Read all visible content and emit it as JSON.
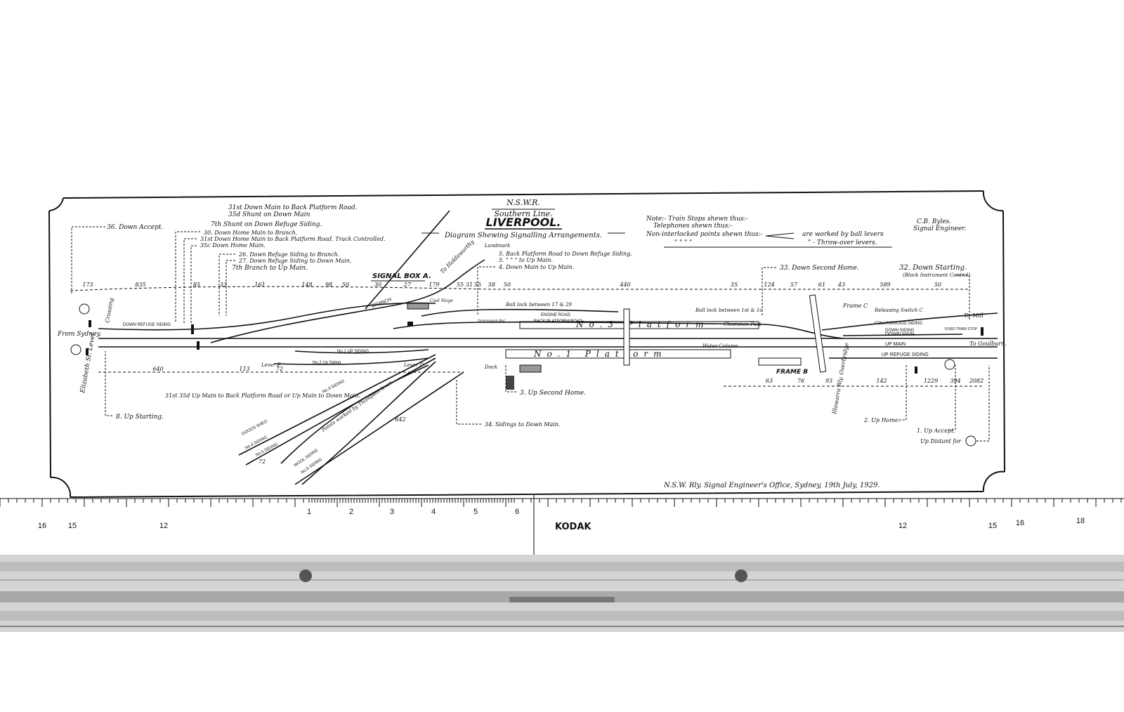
{
  "header": {
    "railway": "N.S.W.R.",
    "line": "Southern Line.",
    "station": "LIVERPOOL.",
    "subtitle": "Diagram Shewing Signalling Arrangements."
  },
  "notes": {
    "note1": "Note:- Train Stops shewn thus:-",
    "note2": "Telephones shewn thus:-",
    "note3": "Non-interlocked points shewn thus:-",
    "note3b": "are worked by ball levers",
    "note4": "\" \" \" \"",
    "note4b": "\" - Throw-over levers."
  },
  "engineer": {
    "name": "C.B. Byles.",
    "title": "Signal Engineer."
  },
  "footer": {
    "office": "N.S.W. Rly. Signal Engineer's Office, Sydney, 19th July, 1929."
  },
  "ruler": {
    "brand": "KODAK",
    "ticks": [
      "16",
      "15",
      "12",
      "1",
      "2",
      "3",
      "4",
      "5",
      "6",
      "12",
      "15",
      "16",
      "18"
    ]
  },
  "signal_box": "SIGNAL BOX A.",
  "frames": {
    "frame_b": "FRAME B",
    "frame_c": "Frame C"
  },
  "directions": {
    "from_sydney": "From Sydney.",
    "to_goulburn": "To Goulburn.",
    "to_mill": "To Mill",
    "to_holdsworthy": "To Holdsworthy",
    "elizabeth_st": "Elizabeth St. Level",
    "crossing": "Crossing",
    "illawarra_overbridge": "Illawarra Rly. Overbridge",
    "landmark": "Landmark"
  },
  "tracks": {
    "down_refuge": "DOWN REFUGE SIDING",
    "branch": "BRANCH",
    "engine_road": "ENGINE ROAD",
    "back_platform": "BACK PLATFORM ROAD",
    "down_main": "DOWN MAIN",
    "up_main": "UP MAIN",
    "up_refuge": "UP REFUGE SIDING",
    "collingwood": "COLLINGWOOD SIDING",
    "down_siding": "DOWN SIDING",
    "no1_up": "No.1 UP SIDING",
    "no2_up": "No.2 Up Siding",
    "no3": "No.3 SIDING",
    "no4": "No.4 SIDING",
    "no5": "No.5 SIDING",
    "goods_shed": "GOODS SHED",
    "no1_platform": "No.1 Platform",
    "no3_platform": "No.3 Platform",
    "wool_siding": "WOOL SIDING",
    "no6": "No.6 SIDING",
    "points_thompson": "Points worked by Thompson lever.",
    "fixed_stop": "FIXED TRAIN STOP",
    "coal_stage": "Coal Stage",
    "water_column": "Water Column",
    "clearance_post": "Clearance Post",
    "depression_bar": "Depression Bar",
    "releasing_switch": "Releasing Switch C",
    "ball_lock_17": "Ball lock between 17 & 29",
    "ball_lock_1": "Ball lock between 1st & 1c",
    "lever_f": "Lever F",
    "lever_d": "Lever D",
    "dock": "Dock"
  },
  "signals": {
    "s36": "36. Down Accept.",
    "s31a": "31st Down Main to Back Platform Road.",
    "s35a": "35d Shunt on Down Main",
    "s7a": "7th Shunt on Down Refuge Siding.",
    "s30": "30. Down Home Main to Branch.",
    "s31b": "31st Down Home Main to Back Platform Road. Track Controlled.",
    "s35b": "35c Down Home Main.",
    "s26": "26. Down Refuge Siding to Branch.",
    "s27": "27. Down Refuge Siding to Down Main.",
    "s7b": "7th Branch to Up Main.",
    "s5a": "5. Back Platform Road to Down Refuge Siding.",
    "s5b": "5.  \"   \"   \"  to Up Main.",
    "s4": "4. Down Main to Up Main.",
    "s33": "33. Down Second Home.",
    "s32": "32. Down Starting.",
    "s32b": "(Block Instrument Control)",
    "s3": "3. Up Second Home.",
    "s31c": "31st 35d Up Main to Back Platform Road or Up Main to Down Main.",
    "s8": "8. Up Starting.",
    "s34": "34. Sidings to Down Main.",
    "s2": "2. Up Home.",
    "s1": "1. Up Accept.",
    "s_dist": "Up Distant for"
  },
  "distances_top": [
    "173",
    "835",
    "85",
    "33",
    "161",
    "148",
    "98",
    "50",
    "30",
    "27",
    "179",
    "55",
    "31",
    "55",
    "58",
    "50",
    "440",
    "35",
    "124",
    "57",
    "61",
    "43",
    "589",
    "50"
  ],
  "distances_bottom": [
    "640",
    "113",
    "72",
    "63",
    "76",
    "93",
    "142",
    "1229",
    "394",
    "2082",
    "642",
    "72"
  ],
  "colors": {
    "ink": "#111111",
    "paper": "#ffffff",
    "board": "#cfcfcf"
  }
}
